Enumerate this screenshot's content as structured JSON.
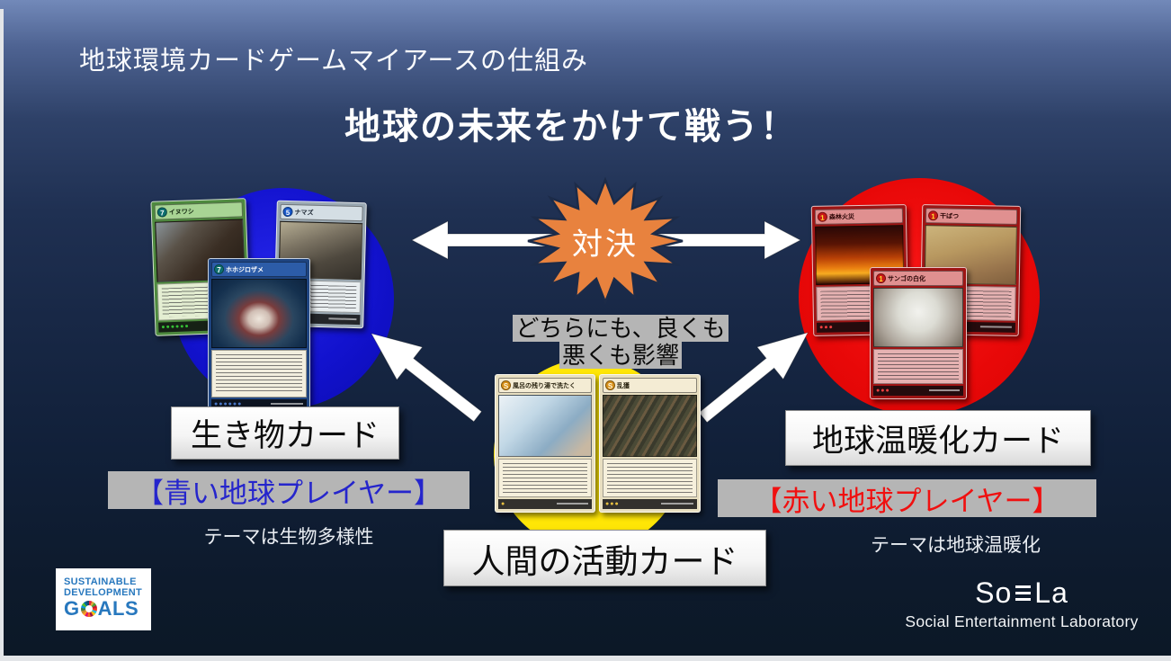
{
  "slide": {
    "title": "地球環境カードゲームマイアースの仕組み",
    "subtitle": "地球の未来をかけて戦う！"
  },
  "versus_badge": {
    "label": "対決"
  },
  "influence_note": {
    "line1": "どちらにも、良くも",
    "line2": "悪くも影響"
  },
  "creature_side": {
    "group_label": "生き物カード",
    "player_label": "【青い地球プレイヤー】",
    "theme_label": "テーマは生物多様性",
    "cards": [
      {
        "title": "イヌワシ",
        "badge": "7",
        "pips": "●●●●●●"
      },
      {
        "title": "ナマズ",
        "badge": "5",
        "pips": "●●●●"
      },
      {
        "title": "ホホジロザメ",
        "badge": "7",
        "pips": "●●●●●●"
      }
    ]
  },
  "warming_side": {
    "group_label": "地球温暖化カード",
    "player_label": "【赤い地球プレイヤー】",
    "theme_label": "テーマは地球温暖化",
    "cards": [
      {
        "title": "森林火災",
        "badge": "1",
        "pips": "●●●"
      },
      {
        "title": "干ばつ",
        "badge": "1",
        "pips": "●●●"
      },
      {
        "title": "サンゴの白化",
        "badge": "1",
        "pips": "●●●"
      }
    ]
  },
  "human_side": {
    "group_label": "人間の活動カード",
    "cards": [
      {
        "title": "風呂の残り湯で洗たく",
        "badge": "S",
        "pips": "●"
      },
      {
        "title": "乱獲",
        "badge": "S",
        "pips": "●●●"
      }
    ]
  },
  "sdg_logo": {
    "line1": "SUSTAINABLE",
    "line2": "DEVELOPMENT",
    "goals_g": "G",
    "goals_rest": "ALS"
  },
  "soela_logo": {
    "prefix": "So",
    "suffix": "La",
    "tagline": "Social Entertainment Laboratory"
  },
  "colors": {
    "blue_circle": "#1212CE",
    "red_circle": "#E80808",
    "yellow_circle": "#FFE606",
    "versus_orange": "#E8823E",
    "player_blue": "#2525CC",
    "player_red": "#F01010",
    "background_top": "#7289B9",
    "background_bottom": "#0C1826"
  }
}
